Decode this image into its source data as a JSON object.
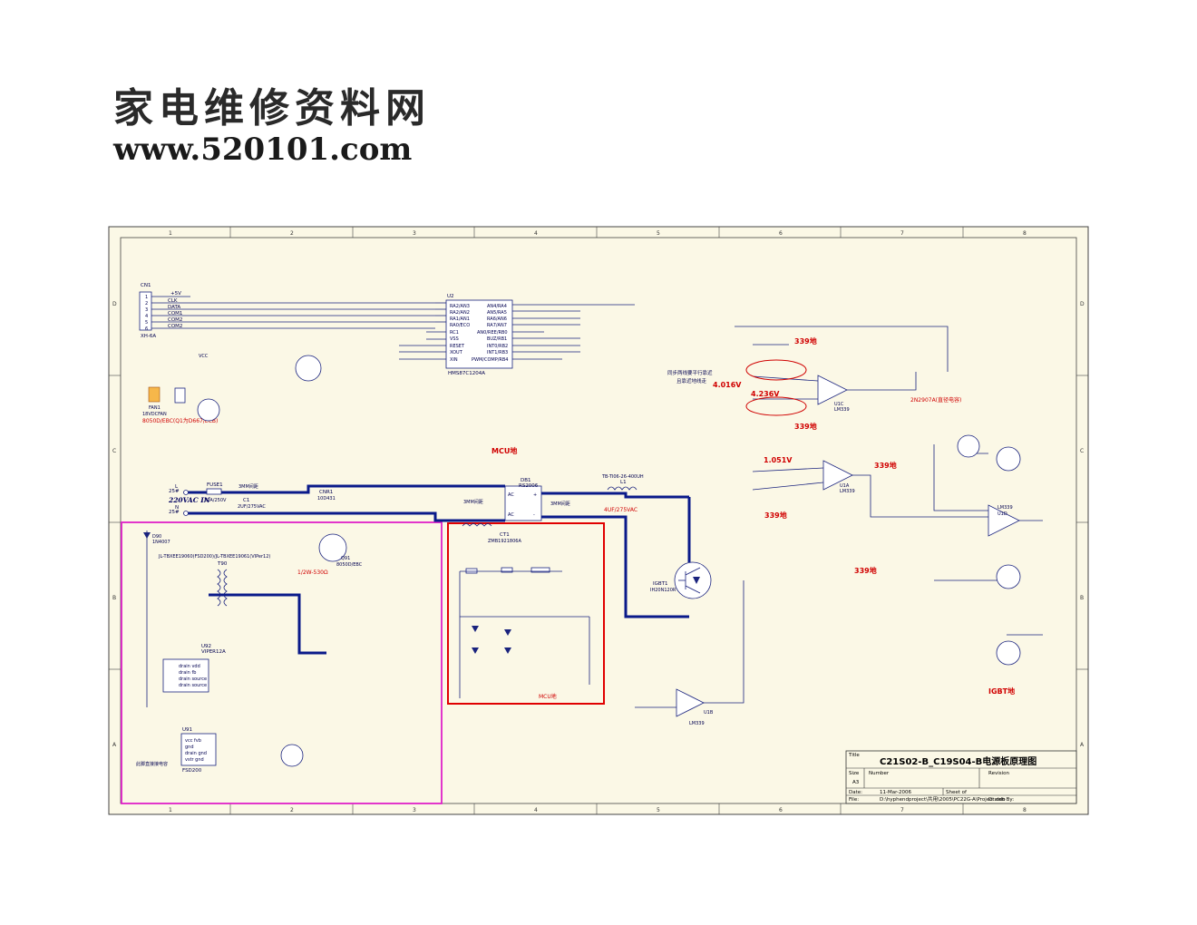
{
  "watermark": {
    "line1": "家电维修资料网",
    "line2": "www.520101.com"
  },
  "grid": {
    "columns": [
      "1",
      "2",
      "3",
      "4",
      "5",
      "6",
      "7",
      "8"
    ],
    "rows": [
      "D",
      "C",
      "B",
      "A"
    ]
  },
  "title_block": {
    "title_caption": "Title",
    "title": "C21S02-B_C19S04-B电源板原理图",
    "size_caption": "Size",
    "size": "A3",
    "number_caption": "Number",
    "revision_caption": "Revision",
    "date_caption": "Date:",
    "date": "11-Mar-2006",
    "sheet_caption": "Sheet   of",
    "file_caption": "File:",
    "file": "D:\\hyphendproject\\共用\\2005\\PC22G-A\\Project.ddb",
    "drawn_caption": "Drawn By:"
  },
  "annotations": {
    "ac_input": "220VAC IN",
    "spacing1": "3MM间距",
    "spacing2": "3MM间距",
    "spacing3": "3MM间距",
    "mcu_gnd1": "MCU地",
    "mcu_gnd2": "MCU地",
    "igbt_gnd": "IGBT地",
    "gnd339_1": "339地",
    "gnd339_2": "339地",
    "gnd339_3": "339地",
    "gnd339_4": "339地",
    "gnd339_5": "339地",
    "v4016": "4.016V",
    "v4236": "4.236V",
    "v1051": "1.051V",
    "note_parallel": "同步两线要平行靠近",
    "note_parallel2": "且靠近地线走",
    "cap_4uf": "4UF/275VAC",
    "bottom_note": "此脚直接接电容",
    "q1_note": "8050D/EBC(Q1为D667/ECB)",
    "d11_note": "2N2907A(直径电容)",
    "fan_label": "18VDCFAN"
  },
  "components": {
    "cn1": "CN1",
    "cn1_part": "XH-6A",
    "cn1_pins": [
      "+5V",
      "CLK",
      "DATA",
      "COM1",
      "COM2",
      "COM2"
    ],
    "u2": "U2",
    "u2_part": "HMS87C1204A",
    "u2_left": [
      "RA2/AN3",
      "RA2/AN2",
      "RA1/AN1",
      "RA0/ECO",
      "RC1",
      "VSS",
      "RESET",
      "XOUT",
      "XIN"
    ],
    "u2_right": [
      "AN4/RA4",
      "AN5/RA5",
      "RA6/AN6",
      "RA7/AN7",
      "AN0/REE/RB0",
      "BUZ/RB1",
      "INT0/RB2",
      "INT1/RB3",
      "PWM/COMP/RB4"
    ],
    "db1": "DB1",
    "db1_part": "RS2006",
    "ct1": "CT1",
    "ct1_part": "ZMB1921806A",
    "igbt": "IGBT1",
    "igbt_part": "IH20N120R",
    "u1a": "U1A",
    "u1a_part": "LM339",
    "u1b": "U1B",
    "u1b_part": "LM339",
    "u1c": "U1C",
    "u1c_part": "LM339",
    "u1d": "U1D",
    "u1d_part": "LM339",
    "u91": "U91",
    "u91_part": "FSD200",
    "u92": "U92",
    "u92_part": "VIPER12A",
    "t90": "T90",
    "t90_part": "JL-TBXEE19060(FSD200)/JL-TBXEE19061(VIPer12)",
    "l1": "L1",
    "l1_part": "TB-TI06-26-400UH",
    "fuse": "FUSE1",
    "fuse_part": "12A/250V",
    "cnr1": "CNR1",
    "cnr1_part": "10D431",
    "c1": "C1",
    "c1_part": "2UF/275VAC"
  }
}
